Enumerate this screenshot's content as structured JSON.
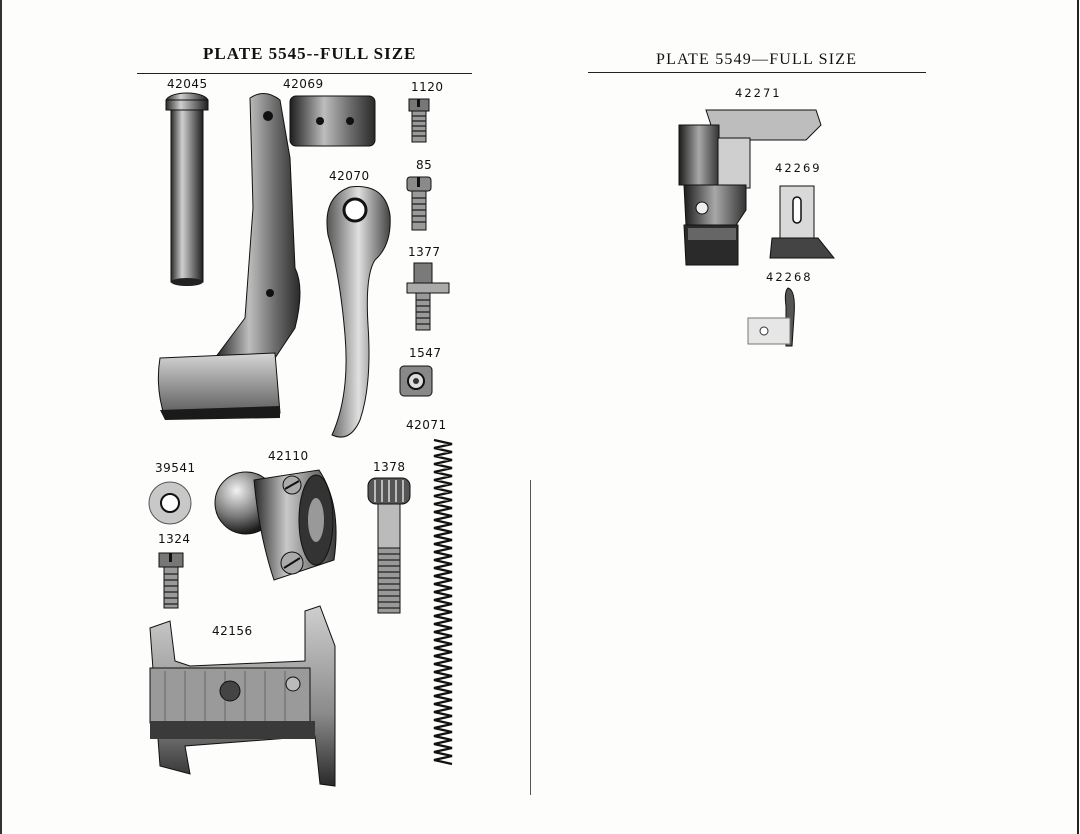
{
  "left_plate": {
    "title": "PLATE 5545--FULL SIZE",
    "labels": {
      "p42045": "42045",
      "p42069": "42069",
      "p1120": "1120",
      "p85": "85",
      "p42070": "42070",
      "p1377": "1377",
      "p1547": "1547",
      "p42071": "42071",
      "p42110": "42110",
      "p39541": "39541",
      "p1378": "1378",
      "p1324": "1324",
      "p42156": "42156"
    }
  },
  "right_plate": {
    "title": "PLATE 5549—FULL SIZE",
    "labels": {
      "p42271": "42271",
      "p42269": "42269",
      "p42268": "42268"
    }
  },
  "colors": {
    "ink": "#111111",
    "paper": "#fdfdfb",
    "metal_dark": "#3a3a3a",
    "metal_mid": "#8a8a8a",
    "metal_light": "#d8d8d8"
  }
}
